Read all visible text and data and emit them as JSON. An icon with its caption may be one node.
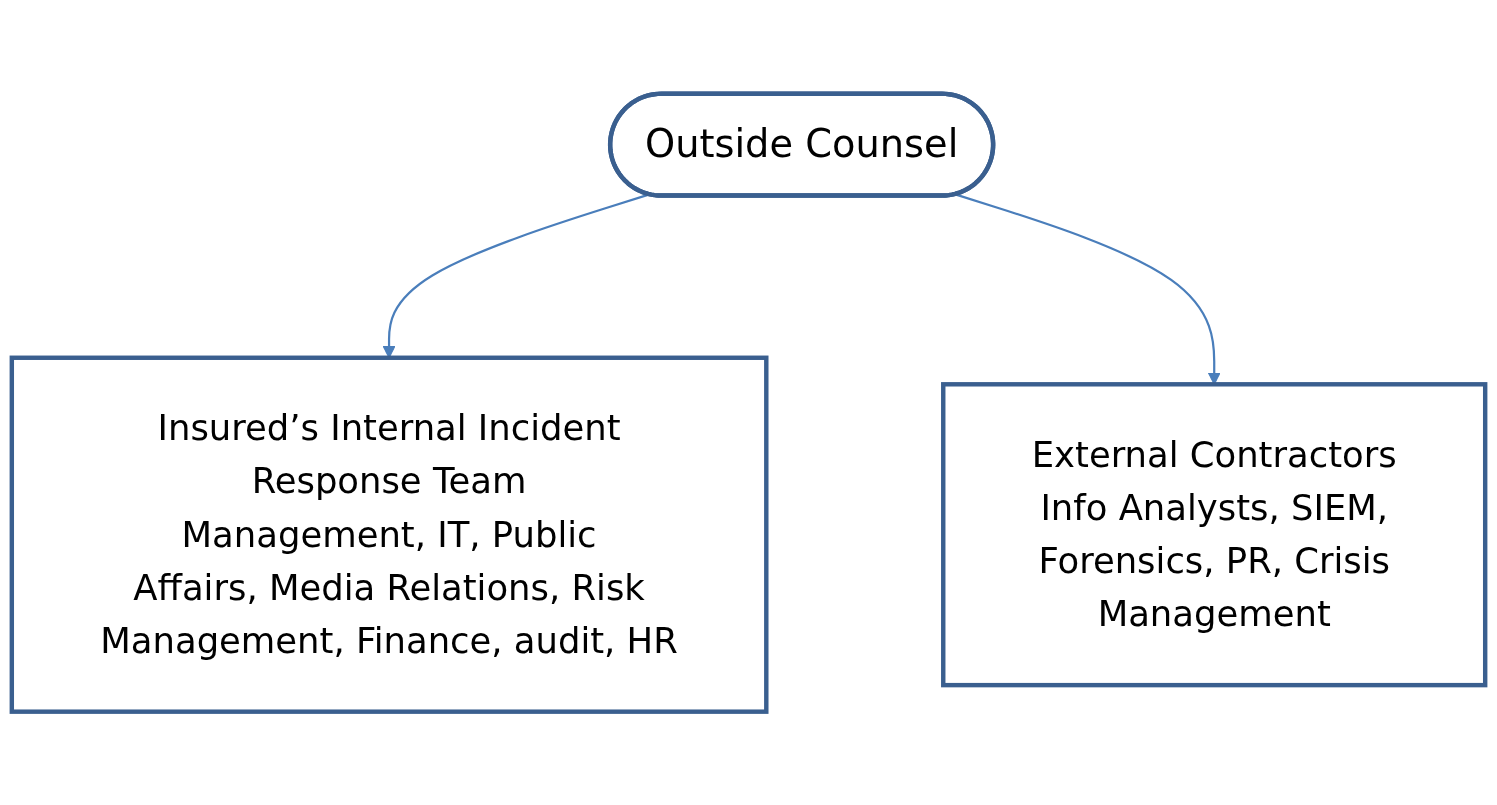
{
  "diagram": {
    "nodes": [
      {
        "text": [
          "Outside Counsel"
        ]
      },
      {
        "text": [
          "Insured’s Internal Incident Response Team",
          "Management, IT, Public Affairs, Media Relations, Risk Management, Finance, audit, HR"
        ]
      },
      {
        "text": [
          "External Contractors",
          "Info Analysts, SIEM, Forensics, PR, Crisis Management"
        ]
      }
    ],
    "edges": [
      {
        "from": 0,
        "to": 1,
        "arrow": "to"
      },
      {
        "from": 0,
        "to": 2,
        "arrow": "to"
      }
    ]
  }
}
